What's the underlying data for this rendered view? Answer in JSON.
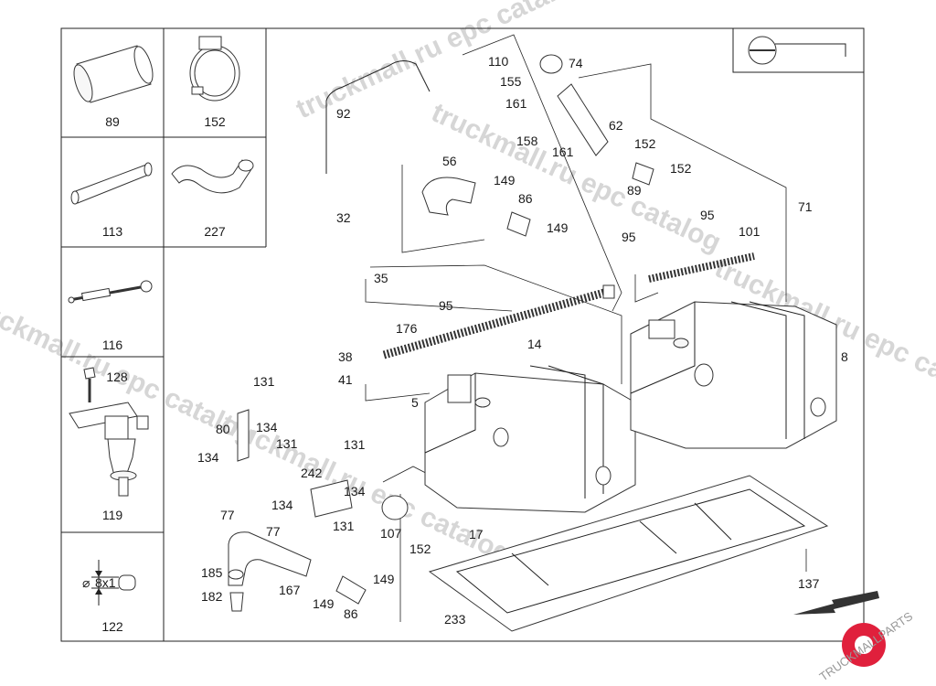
{
  "diagram": {
    "title_icon": "fuel-cap-symbol-icon",
    "watermarks": [
      "truckmall.ru epc catalog",
      "truckmall.ru epc catalog",
      "truckmall.ru epc catalog",
      "truckmall.ru epc catalog",
      "truckmall.ru epc catalog"
    ],
    "logo": {
      "text": "TRUCKMALLPARTS",
      "accent": "#e0203c"
    },
    "legend_cells": [
      {
        "label": "89",
        "icon": "hose-sleeve-icon"
      },
      {
        "label": "152",
        "icon": "hose-clamp-icon"
      },
      {
        "label": "113",
        "icon": "straight-hose-icon"
      },
      {
        "label": "227",
        "icon": "elbow-hose-icon"
      },
      {
        "label": "116",
        "icon": "tie-rod-icon"
      },
      {
        "label": "128",
        "icon": "bolt-icon"
      },
      {
        "label": "119",
        "icon": "fuel-filter-icon"
      },
      {
        "label": "122",
        "icon": "dimension-icon",
        "dimension": "8x1",
        "dia": "⌀"
      }
    ],
    "callouts": [
      {
        "id": "c110",
        "text": "110"
      },
      {
        "id": "c74",
        "text": "74"
      },
      {
        "id": "c155",
        "text": "155"
      },
      {
        "id": "c161a",
        "text": "161"
      },
      {
        "id": "c62",
        "text": "62"
      },
      {
        "id": "c158",
        "text": "158"
      },
      {
        "id": "c161b",
        "text": "161"
      },
      {
        "id": "c152a",
        "text": "152"
      },
      {
        "id": "c152b",
        "text": "152"
      },
      {
        "id": "c89",
        "text": "89"
      },
      {
        "id": "c92",
        "text": "92"
      },
      {
        "id": "c56",
        "text": "56"
      },
      {
        "id": "c149a",
        "text": "149"
      },
      {
        "id": "c86a",
        "text": "86"
      },
      {
        "id": "c149b",
        "text": "149"
      },
      {
        "id": "c32",
        "text": "32"
      },
      {
        "id": "c35",
        "text": "35"
      },
      {
        "id": "c95a",
        "text": "95"
      },
      {
        "id": "c95b",
        "text": "95"
      },
      {
        "id": "c95c",
        "text": "95"
      },
      {
        "id": "c101",
        "text": "101"
      },
      {
        "id": "c71",
        "text": "71"
      },
      {
        "id": "c176",
        "text": "176"
      },
      {
        "id": "c38",
        "text": "38"
      },
      {
        "id": "c41",
        "text": "41"
      },
      {
        "id": "c14",
        "text": "14"
      },
      {
        "id": "c8",
        "text": "8"
      },
      {
        "id": "c5",
        "text": "5"
      },
      {
        "id": "c131a",
        "text": "131"
      },
      {
        "id": "c80",
        "text": "80"
      },
      {
        "id": "c134a",
        "text": "134"
      },
      {
        "id": "c134b",
        "text": "134"
      },
      {
        "id": "c131b",
        "text": "131"
      },
      {
        "id": "c131c",
        "text": "131"
      },
      {
        "id": "c242",
        "text": "242"
      },
      {
        "id": "c134c",
        "text": "134"
      },
      {
        "id": "c134d",
        "text": "134"
      },
      {
        "id": "c131d",
        "text": "131"
      },
      {
        "id": "c77a",
        "text": "77"
      },
      {
        "id": "c77b",
        "text": "77"
      },
      {
        "id": "c107",
        "text": "107"
      },
      {
        "id": "c152c",
        "text": "152"
      },
      {
        "id": "c17",
        "text": "17"
      },
      {
        "id": "c185",
        "text": "185"
      },
      {
        "id": "c182",
        "text": "182"
      },
      {
        "id": "c167",
        "text": "167"
      },
      {
        "id": "c149c",
        "text": "149"
      },
      {
        "id": "c149d",
        "text": "149"
      },
      {
        "id": "c86b",
        "text": "86"
      },
      {
        "id": "c233",
        "text": "233"
      },
      {
        "id": "c137",
        "text": "137"
      }
    ]
  }
}
